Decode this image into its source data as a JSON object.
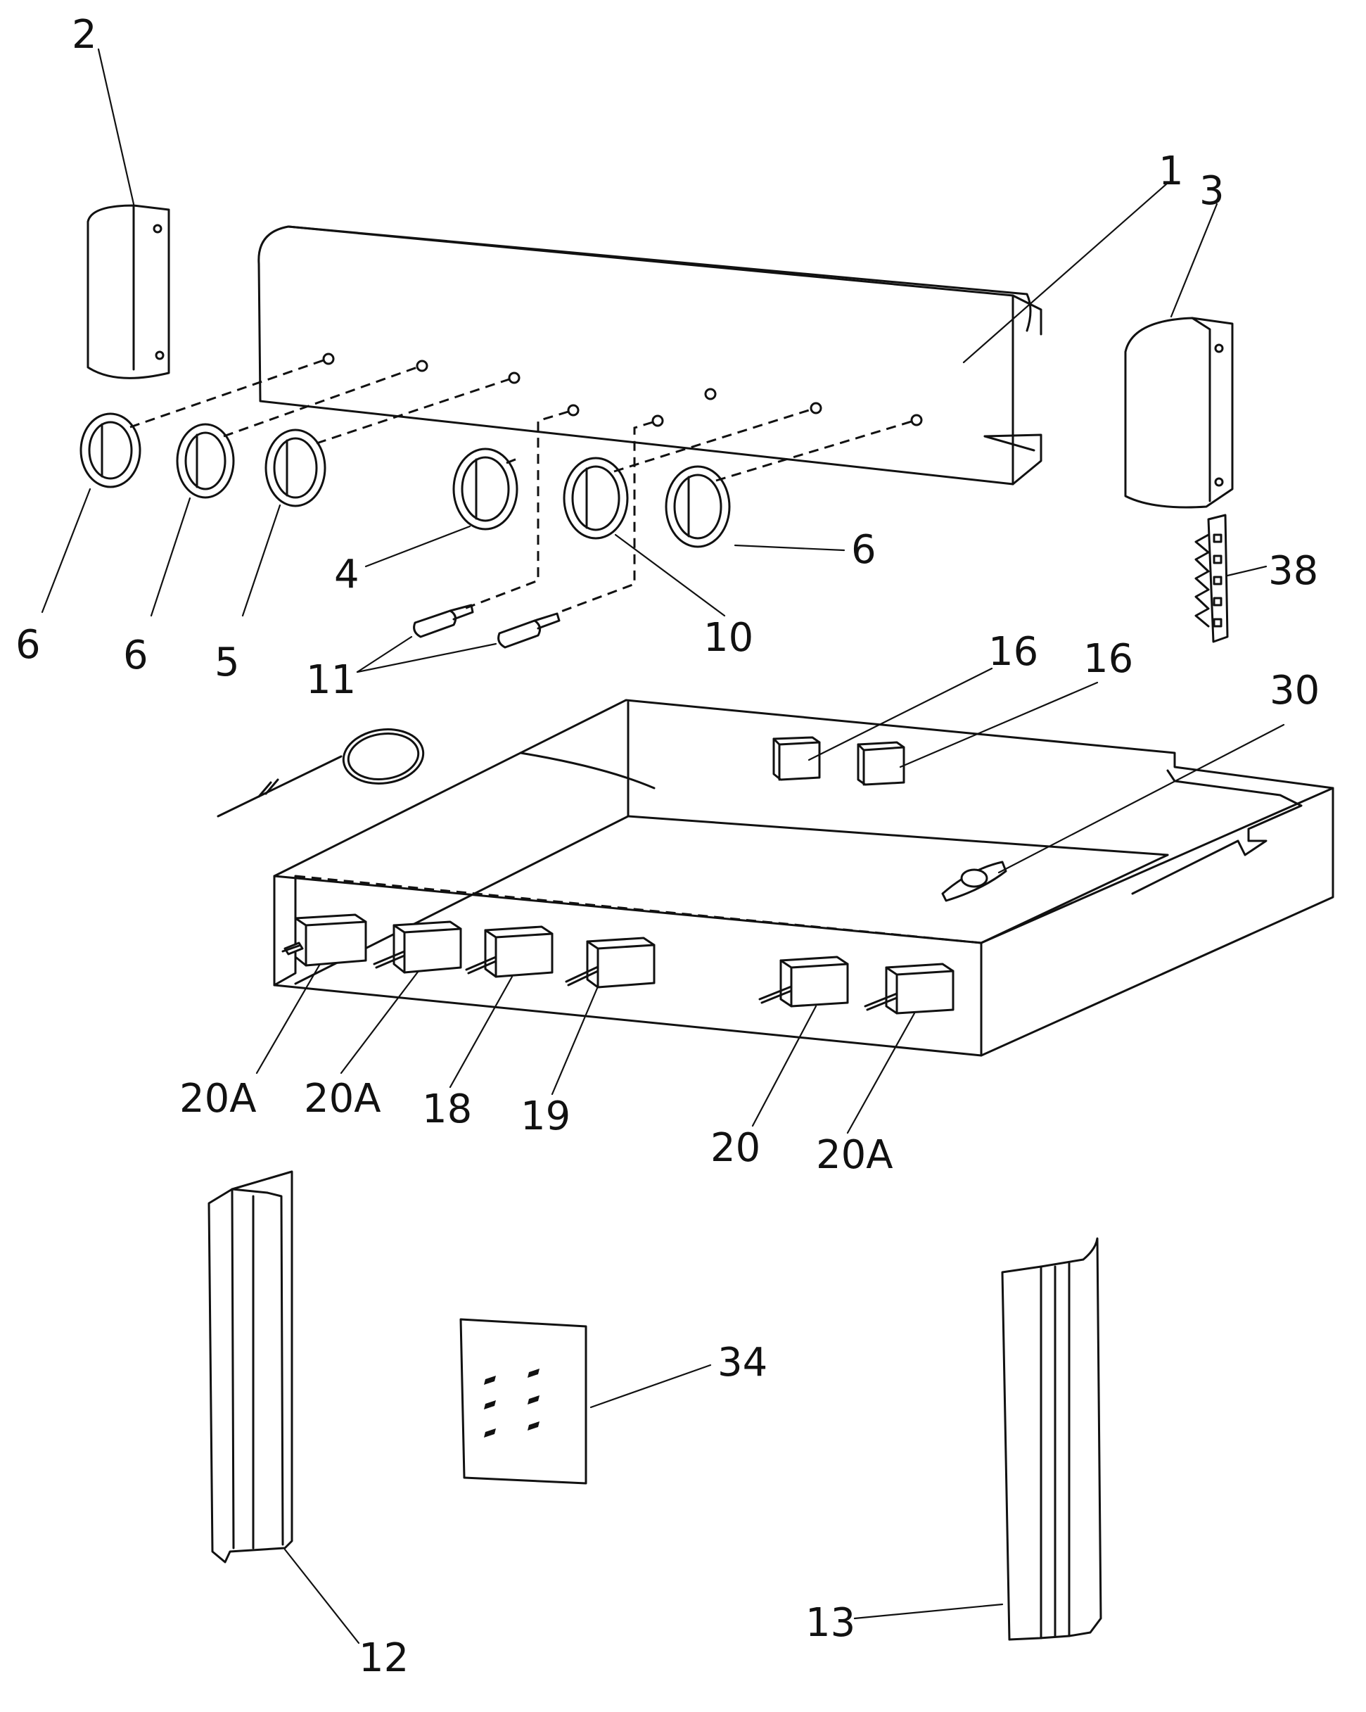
{
  "labels": {
    "l1": "1",
    "l2": "2",
    "l3": "3",
    "l4": "4",
    "l5": "5",
    "l6a": "6",
    "l6b": "6",
    "l6c": "6",
    "l10": "10",
    "l11": "11",
    "l12": "12",
    "l13": "13",
    "l16a": "16",
    "l16b": "16",
    "l18": "18",
    "l19": "19",
    "l20": "20",
    "l20a1": "20A",
    "l20a2": "20A",
    "l20a3": "20A",
    "l30": "30",
    "l34": "34",
    "l38": "38"
  }
}
